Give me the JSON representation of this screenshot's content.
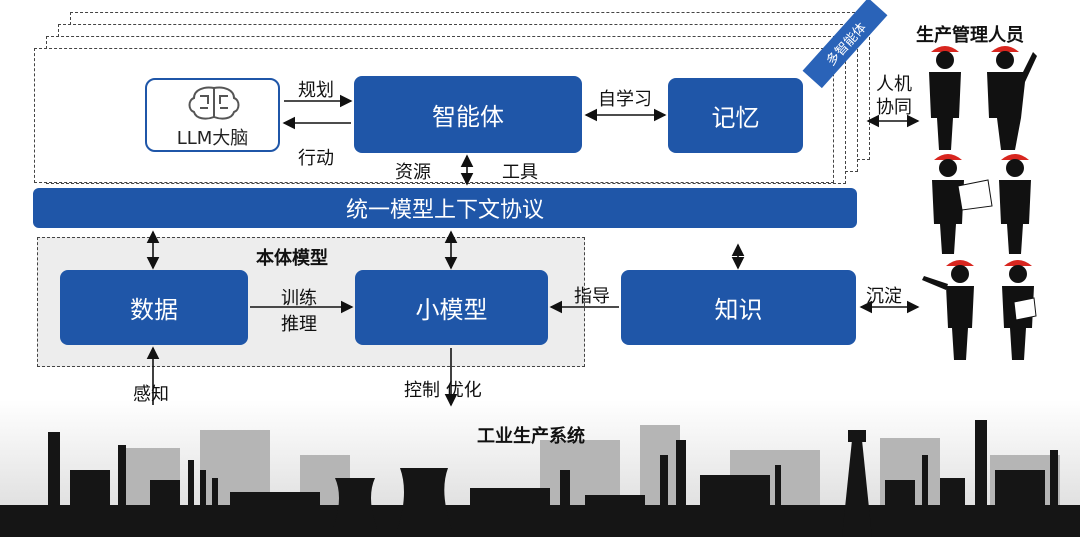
{
  "diagram": {
    "agent": "智能体",
    "memory": "记忆",
    "llm": "LLM大脑",
    "protocol": "统一模型上下文协议",
    "ontology_title": "本体模型",
    "data": "数据",
    "small_model": "小模型",
    "knowledge": "知识",
    "multi_agent": "多智能体",
    "people_title": "生产管理人员",
    "system_title": "工业生产系统",
    "edges": {
      "plan": "规划",
      "act": "行动",
      "self_learn": "自学习",
      "resource": "资源",
      "tool": "工具",
      "train": "训练",
      "infer": "推理",
      "guide": "指导",
      "settle": "沉淀",
      "human_machine_1": "人机",
      "human_machine_2": "协同",
      "perceive": "感知",
      "control_optimize": "控制 优化"
    }
  },
  "colors": {
    "primary_blue": "#1f56a8",
    "ribbon_blue": "#2a63b8",
    "helmet_red": "#d8261f",
    "silhouette": "#111111",
    "ontology_bg": "#ededed"
  },
  "icons": [
    "brain-icon",
    "manager-silhouette-icon",
    "factory-skyline"
  ]
}
